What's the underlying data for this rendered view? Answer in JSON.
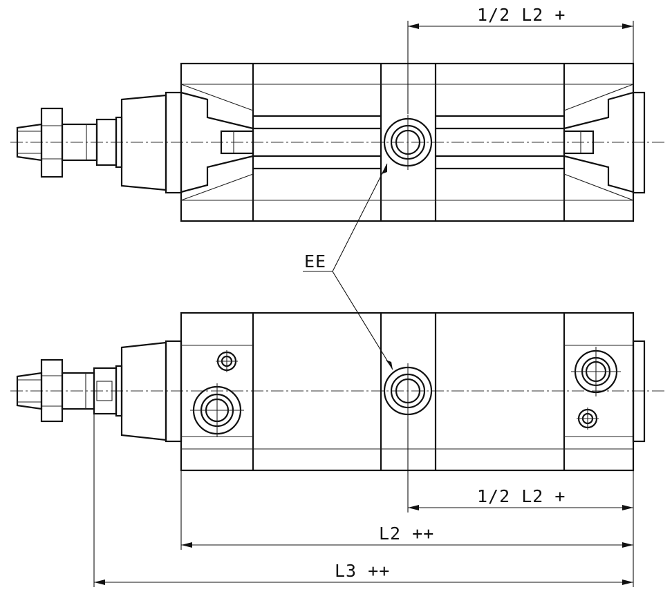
{
  "labels": {
    "dim_half_l2_top": "1/2 L2 +",
    "dim_half_l2_bottom": "1/2 L2 +",
    "dim_l2": "L2 ++",
    "dim_l3": "L3 ++",
    "callout_ee": "EE"
  }
}
